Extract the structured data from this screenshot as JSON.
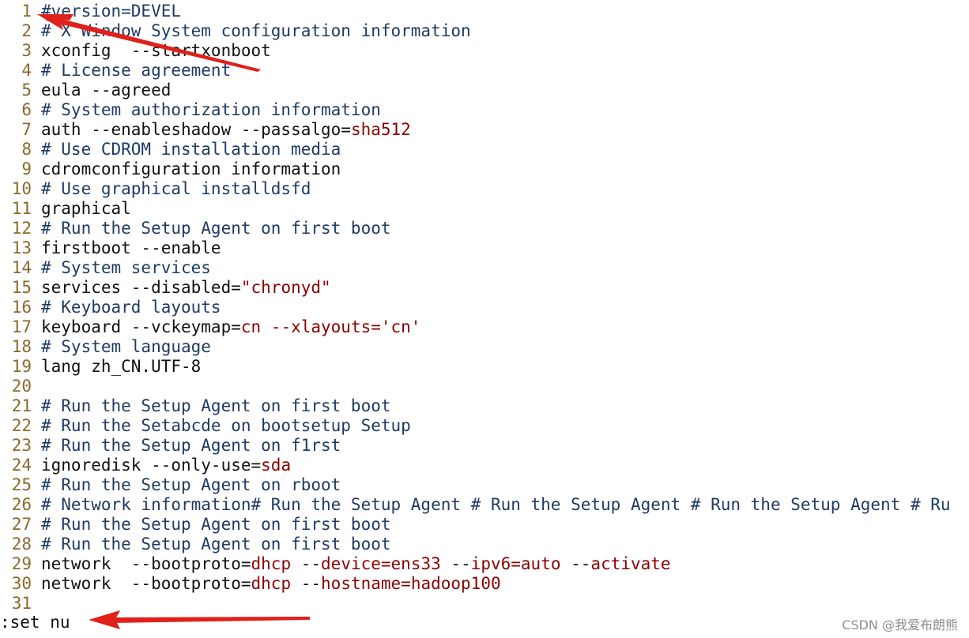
{
  "editor": {
    "lines": [
      {
        "n": "1",
        "t": "comment",
        "segs": [
          [
            "p",
            "#version=DEVEL"
          ]
        ]
      },
      {
        "n": "2",
        "t": "comment",
        "segs": [
          [
            "p",
            "# X Window System configuration information"
          ]
        ]
      },
      {
        "n": "3",
        "t": "plain",
        "segs": [
          [
            "p",
            "xconfig  --startxonboot"
          ]
        ]
      },
      {
        "n": "4",
        "t": "comment",
        "segs": [
          [
            "p",
            "# License agreement"
          ]
        ]
      },
      {
        "n": "5",
        "t": "plain",
        "segs": [
          [
            "p",
            "eula --agreed"
          ]
        ]
      },
      {
        "n": "6",
        "t": "comment",
        "segs": [
          [
            "p",
            "# System authorization information"
          ]
        ]
      },
      {
        "n": "7",
        "t": "plain",
        "segs": [
          [
            "p",
            "auth --enableshadow --passalgo="
          ],
          [
            "v",
            "sha512"
          ]
        ]
      },
      {
        "n": "8",
        "t": "comment",
        "segs": [
          [
            "p",
            "# Use CDROM installation media"
          ]
        ]
      },
      {
        "n": "9",
        "t": "plain",
        "segs": [
          [
            "p",
            "cdromconfiguration information"
          ]
        ]
      },
      {
        "n": "10",
        "t": "comment",
        "segs": [
          [
            "p",
            "# Use graphical installdsfd"
          ]
        ]
      },
      {
        "n": "11",
        "t": "plain",
        "segs": [
          [
            "p",
            "graphical"
          ]
        ]
      },
      {
        "n": "12",
        "t": "comment",
        "segs": [
          [
            "p",
            "# Run the Setup Agent on first boot"
          ]
        ]
      },
      {
        "n": "13",
        "t": "plain",
        "segs": [
          [
            "p",
            "firstboot --enable"
          ]
        ]
      },
      {
        "n": "14",
        "t": "comment",
        "segs": [
          [
            "p",
            "# System services"
          ]
        ]
      },
      {
        "n": "15",
        "t": "plain",
        "segs": [
          [
            "p",
            "services --disabled="
          ],
          [
            "v",
            "\"chronyd\""
          ]
        ]
      },
      {
        "n": "16",
        "t": "comment",
        "segs": [
          [
            "p",
            "# Keyboard layouts"
          ]
        ]
      },
      {
        "n": "17",
        "t": "plain",
        "segs": [
          [
            "p",
            "keyboard --vckeymap="
          ],
          [
            "v",
            "cn --xlayouts='cn'"
          ]
        ]
      },
      {
        "n": "18",
        "t": "comment",
        "segs": [
          [
            "p",
            "# System language"
          ]
        ]
      },
      {
        "n": "19",
        "t": "plain",
        "segs": [
          [
            "p",
            "lang zh_CN.UTF-8"
          ]
        ]
      },
      {
        "n": "20",
        "t": "plain",
        "segs": [
          [
            "p",
            ""
          ]
        ]
      },
      {
        "n": "21",
        "t": "comment",
        "segs": [
          [
            "p",
            "# Run the Setup Agent on first boot"
          ]
        ]
      },
      {
        "n": "22",
        "t": "comment",
        "segs": [
          [
            "p",
            "# Run the Setabcde on bootsetup Setup"
          ]
        ]
      },
      {
        "n": "23",
        "t": "comment",
        "segs": [
          [
            "p",
            "# Run the Setup Agent on f1rst"
          ]
        ]
      },
      {
        "n": "24",
        "t": "plain",
        "segs": [
          [
            "p",
            "ignoredisk --only-use="
          ],
          [
            "v",
            "sda"
          ]
        ]
      },
      {
        "n": "25",
        "t": "comment",
        "segs": [
          [
            "p",
            "# Run the Setup Agent on rboot"
          ]
        ]
      },
      {
        "n": "26",
        "t": "comment",
        "segs": [
          [
            "p",
            "# Network information# Run the Setup Agent # Run the Setup Agent # Run the Setup Agent # Ru"
          ]
        ]
      },
      {
        "n": "27",
        "t": "comment",
        "segs": [
          [
            "p",
            "# Run the Setup Agent on first boot"
          ]
        ]
      },
      {
        "n": "28",
        "t": "comment",
        "segs": [
          [
            "p",
            "# Run the Setup Agent on first boot"
          ]
        ]
      },
      {
        "n": "29",
        "t": "plain",
        "segs": [
          [
            "p",
            "network  --bootproto="
          ],
          [
            "v",
            "dhcp"
          ],
          [
            "p",
            " --"
          ],
          [
            "v",
            "device=ens33"
          ],
          [
            "p",
            " --"
          ],
          [
            "v",
            "ipv6=auto"
          ],
          [
            "p",
            " --"
          ],
          [
            "v",
            "activate"
          ]
        ]
      },
      {
        "n": "30",
        "t": "plain",
        "segs": [
          [
            "p",
            "network  --bootproto="
          ],
          [
            "v",
            "dhcp"
          ],
          [
            "p",
            " --"
          ],
          [
            "v",
            "hostname=hadoop100"
          ]
        ]
      },
      {
        "n": "31",
        "t": "plain",
        "segs": [
          [
            "p",
            ""
          ]
        ]
      }
    ]
  },
  "command_line": ":set nu",
  "watermark": "CSDN @我爱布朗熊",
  "colors": {
    "line_number": "#8a6a2a",
    "comment": "#1f3a63",
    "plain": "#111111",
    "value": "#8b0000",
    "annotation_arrow": "#e0201a"
  }
}
